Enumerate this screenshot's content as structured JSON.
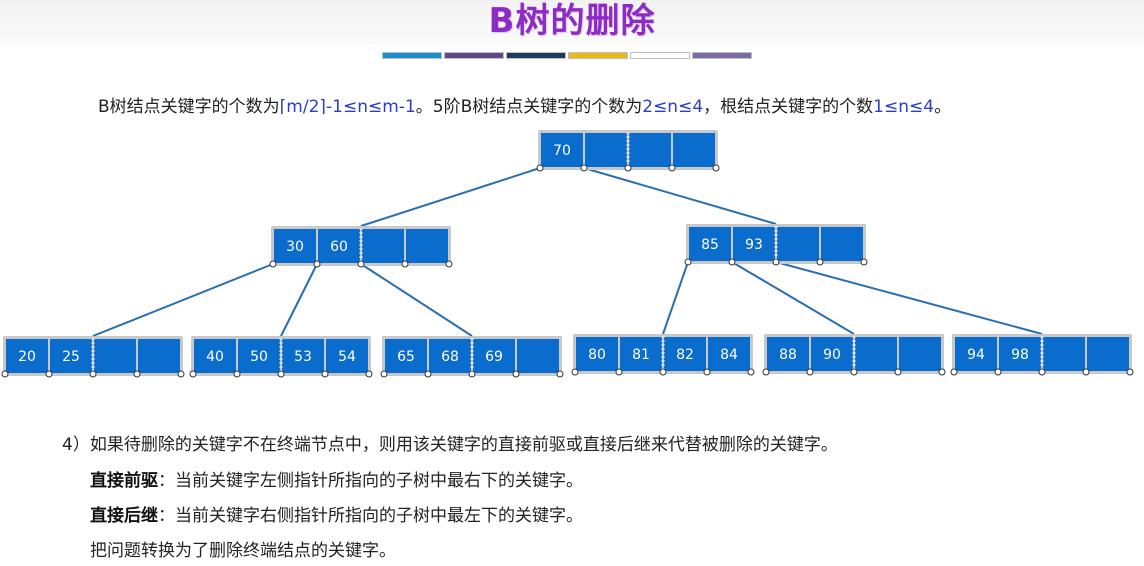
{
  "title": "B树的删除",
  "stripe_colors": [
    "#1a8fd0",
    "#5b4a8a",
    "#1f3a5f",
    "#e9b81c",
    "#ffffff",
    "#7d6aa8"
  ],
  "rule": {
    "part1": "B树结点关键字的个数为",
    "range1": "⌈m/2⌉-1≤n≤m-1",
    "part2": "。5阶B树结点关键字的个数为",
    "range2": "2≤n≤4",
    "part3": "，根结点关键字的个数",
    "range3": "1≤n≤4",
    "part4": "。"
  },
  "tree": {
    "root": [
      "70"
    ],
    "level1": [
      [
        "30",
        "60"
      ],
      [
        "85",
        "93"
      ]
    ],
    "level2": [
      [
        "20",
        "25"
      ],
      [
        "40",
        "50",
        "53",
        "54"
      ],
      [
        "65",
        "68",
        "69"
      ],
      [
        "80",
        "81",
        "82",
        "84"
      ],
      [
        "88",
        "90"
      ],
      [
        "94",
        "98"
      ]
    ]
  },
  "colors": {
    "node_fill": "#0a6ccc",
    "node_border": "#9b9b9b",
    "edge": "#2a6fb0",
    "text_node": "#ffffff"
  },
  "text": {
    "item4": "4）如果待删除的关键字不在终端节点中，则用该关键字的直接前驱或直接后继来代替被删除的关键字。",
    "pred_label": "直接前驱",
    "pred_desc": "：当前关键字左侧指针所指向的子树中最右下的关键字。",
    "succ_label": "直接后继",
    "succ_desc": "：当前关键字右侧指针所指向的子树中最左下的关键字。",
    "summary": "把问题转换为了删除终端结点的关键字。"
  }
}
